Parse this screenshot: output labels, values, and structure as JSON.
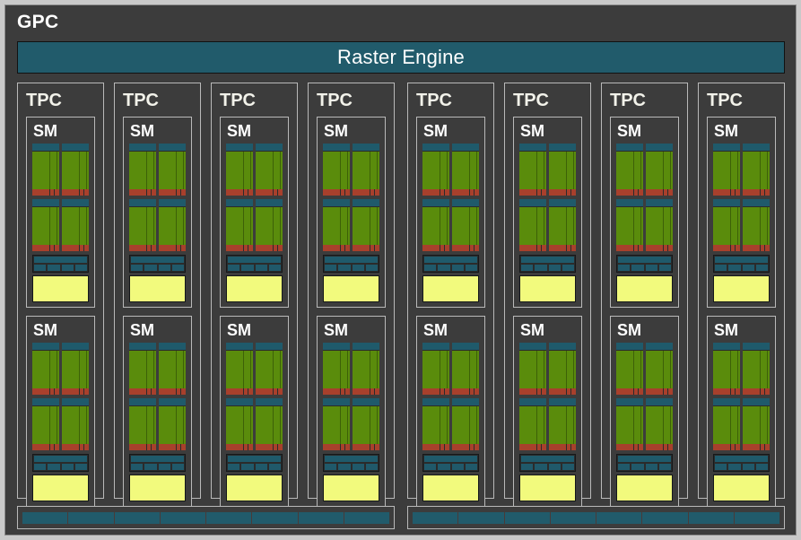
{
  "diagram": {
    "title": "GPC",
    "type": "gpu-architecture-block-diagram",
    "colors": {
      "page_background": "#c9c9c9",
      "panel_background": "#3c3c3c",
      "panel_border": "#8a8a8a",
      "teal": "#215b6b",
      "green": "#5a8c0c",
      "red": "#a8402c",
      "yellow": "#f2fa7d",
      "label_text": "#ffffff"
    }
  },
  "gpc": {
    "label": "GPC",
    "raster_engine": {
      "label": "Raster Engine"
    },
    "tpc_label": "TPC",
    "sm_label": "SM",
    "tpc_count": 8,
    "sm_per_tpc": 2,
    "tpc_groups": [
      {
        "tpcs": [
          {
            "label": "TPC",
            "sms": [
              {
                "label": "SM"
              },
              {
                "label": "SM"
              }
            ]
          },
          {
            "label": "TPC",
            "sms": [
              {
                "label": "SM"
              },
              {
                "label": "SM"
              }
            ]
          },
          {
            "label": "TPC",
            "sms": [
              {
                "label": "SM"
              },
              {
                "label": "SM"
              }
            ]
          },
          {
            "label": "TPC",
            "sms": [
              {
                "label": "SM"
              },
              {
                "label": "SM"
              }
            ]
          }
        ]
      },
      {
        "tpcs": [
          {
            "label": "TPC",
            "sms": [
              {
                "label": "SM"
              },
              {
                "label": "SM"
              }
            ]
          },
          {
            "label": "TPC",
            "sms": [
              {
                "label": "SM"
              },
              {
                "label": "SM"
              }
            ]
          },
          {
            "label": "TPC",
            "sms": [
              {
                "label": "SM"
              },
              {
                "label": "SM"
              }
            ]
          },
          {
            "label": "TPC",
            "sms": [
              {
                "label": "SM"
              },
              {
                "label": "SM"
              }
            ]
          }
        ]
      }
    ],
    "sm_internals": {
      "partition_rows": 2,
      "blocks_per_row": 2,
      "texture_segments": 4,
      "has_l1_cache": true
    },
    "rop_bars": [
      {
        "segments": 8
      },
      {
        "segments": 8
      }
    ]
  }
}
